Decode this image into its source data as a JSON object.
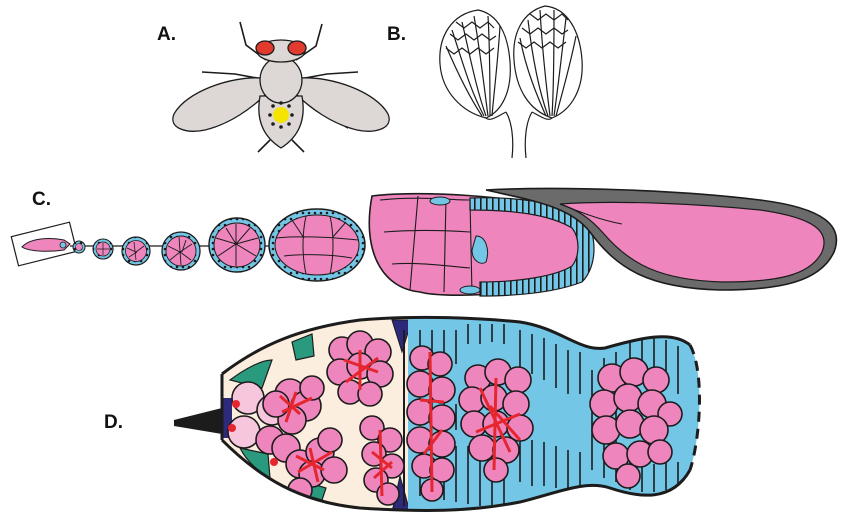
{
  "panels": {
    "a": {
      "label": "A."
    },
    "b": {
      "label": "B."
    },
    "c": {
      "label": "C."
    },
    "d": {
      "label": "D."
    }
  },
  "colors": {
    "outline": "#1c1c1c",
    "fly_body": "#ddd8d6",
    "fly_eye": "#e23b2e",
    "ovary_spot": "#f5e400",
    "nurse_cell": "#ee86bd",
    "nurse_cell_light": "#f6c6dc",
    "follicle_cell": "#74c6e6",
    "cytoplasm": "#fbeede",
    "niche": "#2a9a7e",
    "terminal_filament": "#2d2a7c",
    "fusome": "#e6262e",
    "shell": "#6b6b6b"
  },
  "icons": {
    "fly": "fruit-fly-icon",
    "ovary": "ovary-pair-icon",
    "ovariole": "ovariole-chain-icon",
    "germarium": "germarium-icon"
  }
}
